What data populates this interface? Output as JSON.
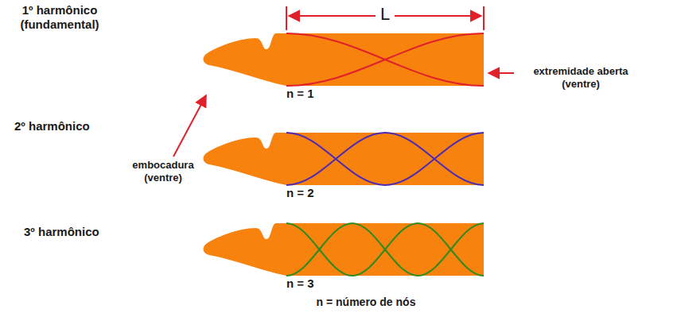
{
  "diagram": {
    "labels": [
      "1º harmônico (fundamental)",
      "L",
      "extremidade aberta (ventre)",
      "embocadura (ventre)",
      "n = 1",
      "2º harmônico",
      "n = 2",
      "3º harmônico",
      "n = 3",
      "n = número de nós"
    ]
  }
}
